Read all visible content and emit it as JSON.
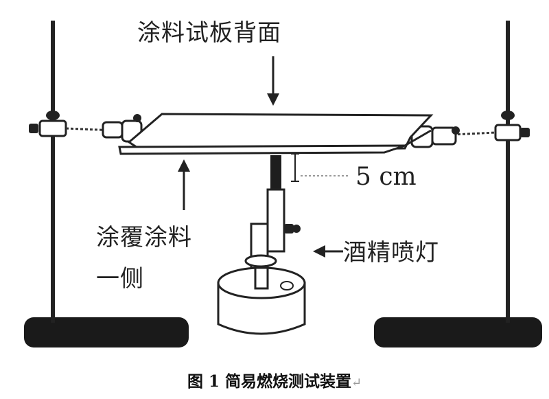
{
  "labels": {
    "panel_back": "涂料试板背面",
    "coated_side_line1": "涂覆涂料",
    "coated_side_line2": "一侧",
    "distance": "5 cm",
    "alcohol_lamp": "酒精喷灯"
  },
  "caption": {
    "text": "图 1 简易燃烧测试装置",
    "mark": "↵"
  },
  "colors": {
    "ink": "#222222",
    "base": "#1a1a1a",
    "background": "#ffffff"
  }
}
